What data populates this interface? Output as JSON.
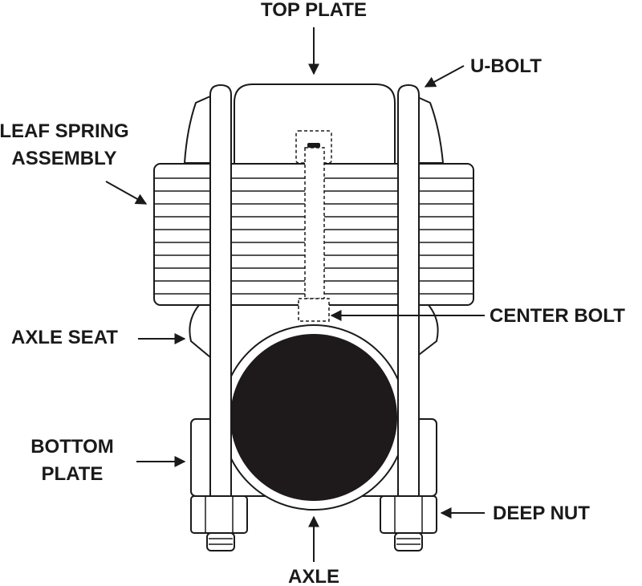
{
  "labels": {
    "top_plate": "TOP PLATE",
    "u_bolt": "U-BOLT",
    "leaf_spring_line1": "LEAF SPRING",
    "leaf_spring_line2": "ASSEMBLY",
    "axle_seat": "AXLE SEAT",
    "center_bolt": "CENTER BOLT",
    "bottom_plate_line1": "BOTTOM",
    "bottom_plate_line2": "PLATE",
    "deep_nut": "DEEP NUT",
    "axle": "AXLE"
  },
  "colors": {
    "ink": "#1a1a1a",
    "axle_fill": "#1e1a1b",
    "background": "#ffffff"
  }
}
